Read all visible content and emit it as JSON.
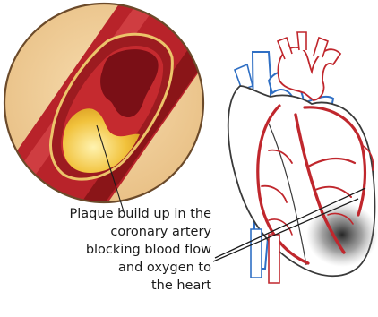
{
  "caption": {
    "lines": [
      "Plaque build up in the",
      "coronary artery",
      "blocking blood flow",
      "and oxygen to",
      "the heart"
    ]
  },
  "colors": {
    "artery_red": "#c0272d",
    "artery_dark": "#8e1414",
    "plaque_yellow": "#efc23f",
    "lens_tan": "#f1cf9a",
    "vein_blue": "#2f6fc4",
    "outline": "#3a3a3a"
  }
}
